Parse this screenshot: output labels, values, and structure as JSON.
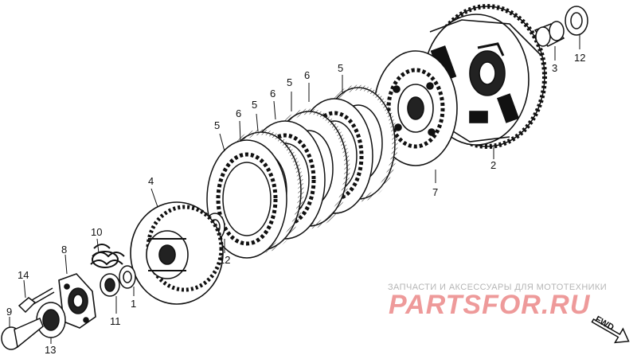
{
  "diagram": {
    "parts": [
      {
        "id": "p1",
        "label": "1"
      },
      {
        "id": "p2",
        "label": "2"
      },
      {
        "id": "p3",
        "label": "3"
      },
      {
        "id": "p4",
        "label": "4"
      },
      {
        "id": "p5a",
        "label": "5"
      },
      {
        "id": "p5b",
        "label": "5"
      },
      {
        "id": "p5c",
        "label": "5"
      },
      {
        "id": "p5d",
        "label": "5"
      },
      {
        "id": "p6a",
        "label": "6"
      },
      {
        "id": "p6b",
        "label": "6"
      },
      {
        "id": "p6c",
        "label": "6"
      },
      {
        "id": "p7",
        "label": "7"
      },
      {
        "id": "p8",
        "label": "8"
      },
      {
        "id": "p9",
        "label": "9"
      },
      {
        "id": "p10",
        "label": "10"
      },
      {
        "id": "p11",
        "label": "11"
      },
      {
        "id": "p12a",
        "label": "12"
      },
      {
        "id": "p12b",
        "label": "12"
      },
      {
        "id": "p13",
        "label": "13"
      },
      {
        "id": "p14",
        "label": "14"
      }
    ],
    "direction_label": "FWD"
  },
  "watermark": {
    "subtitle": "ЗАПЧАСТИ И АКСЕССУАРЫ ДЛЯ МОТОТЕХНИКИ",
    "brand": "PARTSFOR.RU"
  },
  "colors": {
    "ink": "#111111",
    "watermark_brand": "#ee9a9a",
    "watermark_subtitle": "#b5b5b5"
  }
}
